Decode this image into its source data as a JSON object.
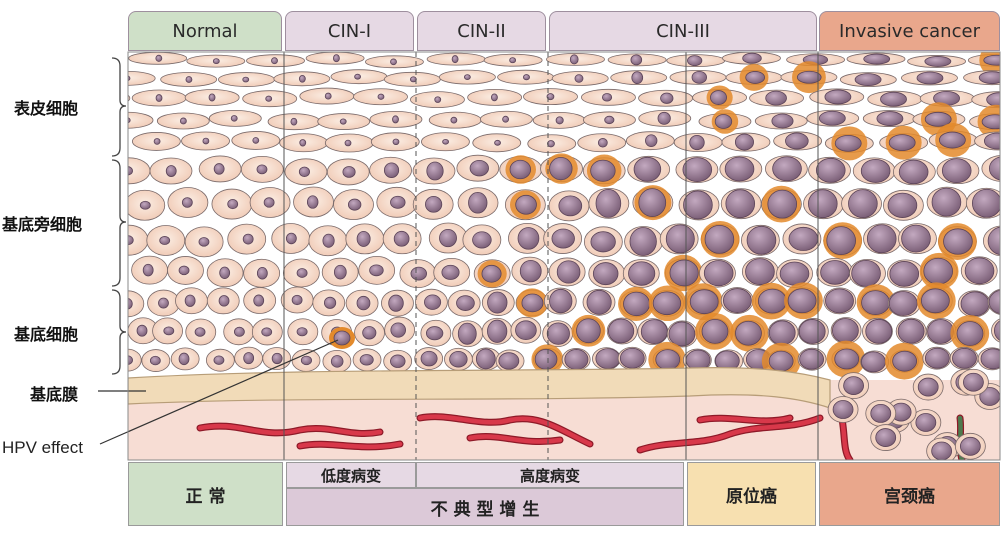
{
  "headers": {
    "normal": "Normal",
    "cin1": "CIN-I",
    "cin2": "CIN-II",
    "cin3": "CIN-III",
    "invasive": "Invasive cancer"
  },
  "side_labels": {
    "superficial": "表皮细胞",
    "parabasal": "基底旁细胞",
    "basal": "基底细胞",
    "basement": "基底膜",
    "hpv": "HPV effect"
  },
  "bottom": {
    "normal": "正 常",
    "low_grade": "低度病变",
    "high_grade": "高度病变",
    "dysplasia": "不 典 型 增 生",
    "in_situ": "原位癌",
    "cervical_cancer": "宫颈癌"
  },
  "colors": {
    "normal_header": "#cfe0c8",
    "cin_header": "#e6d9e4",
    "invasive_header": "#e9a78c",
    "cell_fill": "#f6d9c8",
    "nucleus": "#9a8098",
    "halo": "#e38a2c",
    "membrane": "#f1dbb8",
    "stroma": "#f7ddd4",
    "vessel": "#c8283a"
  }
}
